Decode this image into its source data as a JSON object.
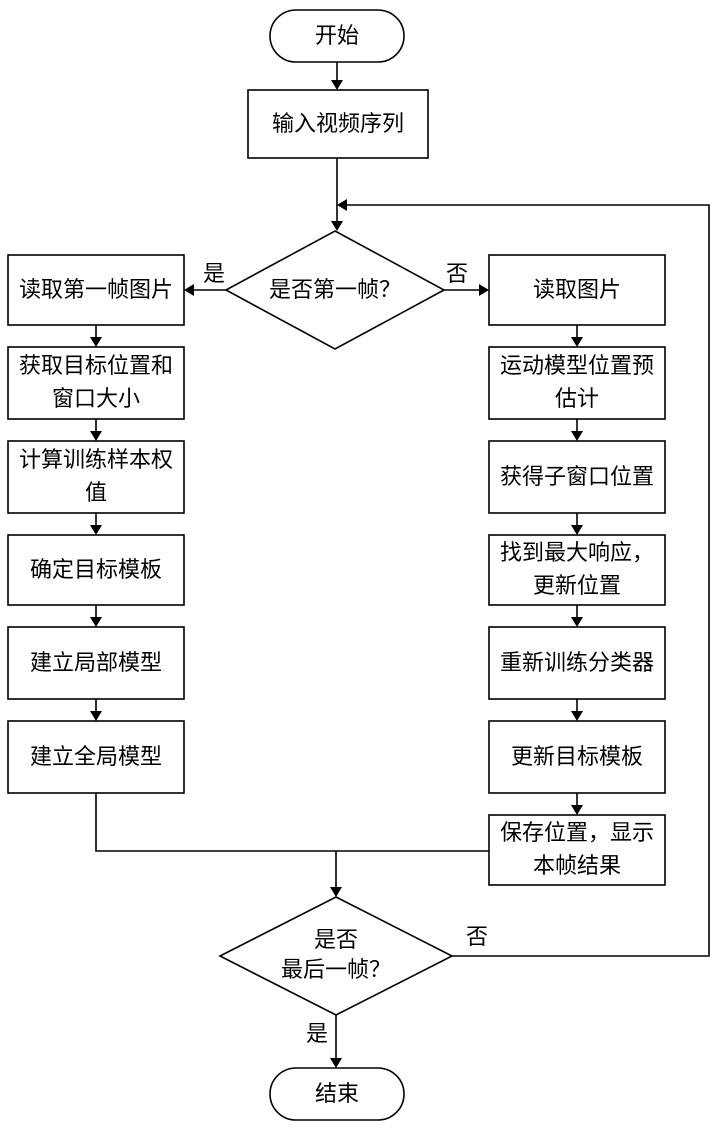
{
  "nodes": {
    "start": "开始",
    "input": "输入视频序列",
    "decision_first": "是否第一帧？",
    "read_first": "读取第一帧图片",
    "get_target": "获取目标位置和窗口大小",
    "compute_weights": "计算训练样本权值",
    "determine_template": "确定目标模板",
    "build_local": "建立局部模型",
    "build_global": "建立全局模型",
    "read_image": "读取图片",
    "motion_estimate": "运动模型位置预估计",
    "subwindow": "获得子窗口位置",
    "max_response": "找到最大响应，更新位置",
    "retrain": "重新训练分类器",
    "update_template": "更新目标模板",
    "save_display": "保存位置，显示本帧结果",
    "decision_last_1": "是否",
    "decision_last_2": "最后一帧？",
    "end": "结束"
  },
  "edge_labels": {
    "first_yes": "是",
    "first_no": "否",
    "last_no": "否",
    "last_yes": "是"
  }
}
